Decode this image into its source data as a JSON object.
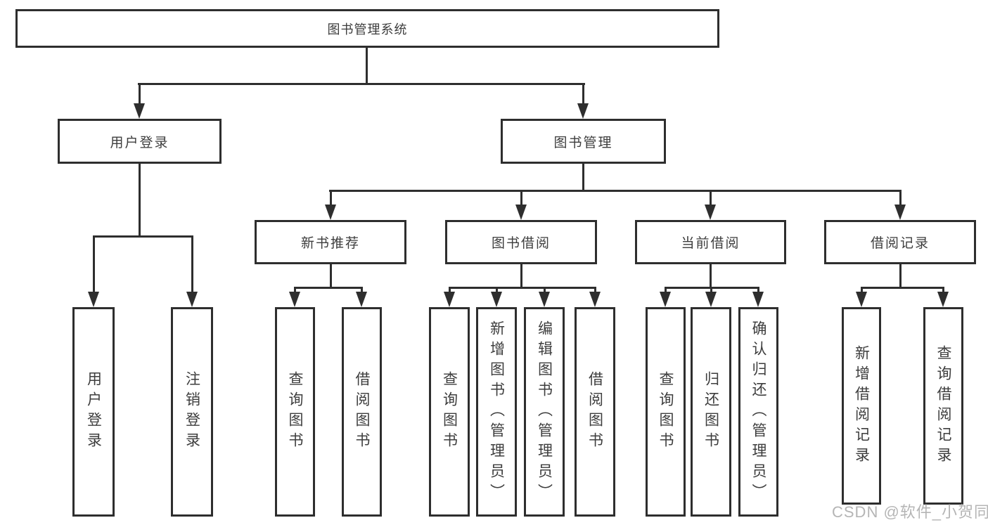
{
  "nodes": {
    "root": "图书管理系统",
    "user_login": "用户登录",
    "book_mgmt": "图书管理",
    "new_book": "新书推荐",
    "book_borrow": "图书借阅",
    "current_borrow": "当前借阅",
    "borrow_record": "借阅记录",
    "leaves": {
      "user_login": [
        "用户登录",
        "注销登录"
      ],
      "new_book": [
        "查询图书",
        "借阅图书"
      ],
      "book_borrow": [
        "查询图书",
        "新增图书（管理员）",
        "编辑图书（管理员）",
        "借阅图书"
      ],
      "current_borrow": [
        "查询图书",
        "归还图书",
        "确认归还（管理员）"
      ],
      "borrow_record": [
        "新增借阅记录",
        "查询借阅记录"
      ]
    }
  },
  "watermark": "CSDN @软件_小贺同学",
  "colors": {
    "line": "#2e2e2e",
    "text": "#3d3d3d",
    "watermark": "#b5b5b5",
    "background": "#ffffff"
  }
}
